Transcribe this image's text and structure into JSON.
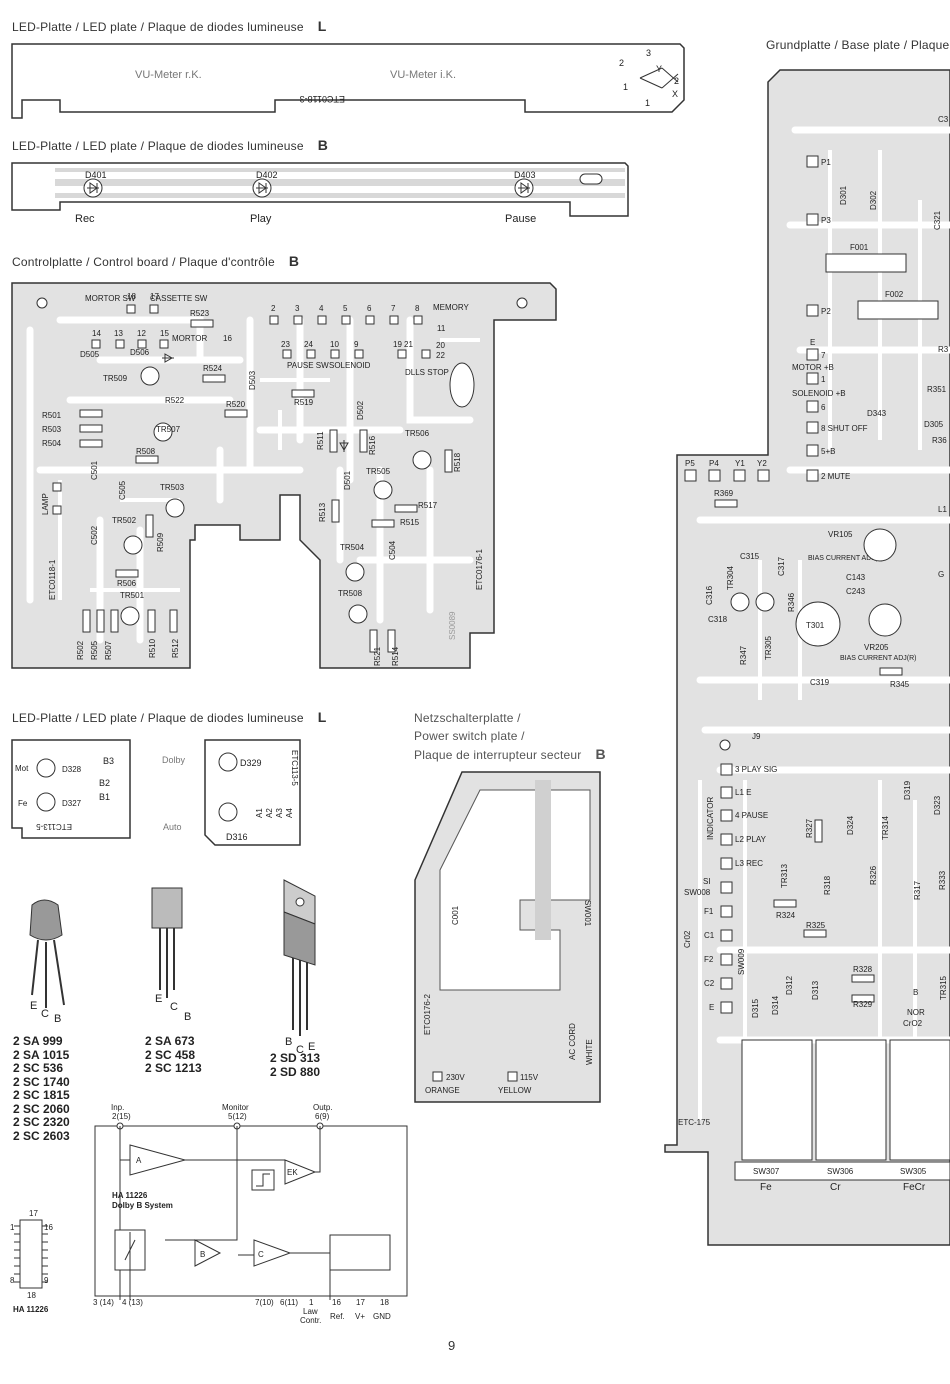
{
  "headers": {
    "led_l_top": {
      "text": "LED-Platte / LED plate / Plaque de diodes lumineuse",
      "letter": "L"
    },
    "led_b": {
      "text": "LED-Platte / LED plate / Plaque de diodes lumineuse",
      "letter": "B"
    },
    "control": {
      "text": "Controlplatte / Control board / Plaque d'contrôle",
      "letter": "B"
    },
    "base": {
      "text": "Grundplatte / Base plate / Plaque"
    },
    "led_l_bottom": {
      "text": "LED-Platte / LED plate / Plaque de diodes lumineuse",
      "letter": "L"
    },
    "power": {
      "line1": "Netzschalterplatte /",
      "line2": "Power switch plate /",
      "line3": "Plaque de interrupteur secteur",
      "letter": "B"
    }
  },
  "led_l_top": {
    "vu_left": "VU-Meter r.K.",
    "vu_right": "VU-Meter i.K.",
    "code": "ETC0118-3",
    "p1": "1",
    "p2": "2",
    "p3": "3",
    "py": "Y",
    "px": "X"
  },
  "led_b": {
    "leds": [
      {
        "ref": "D401",
        "label": "Rec"
      },
      {
        "ref": "D402",
        "label": "Play"
      },
      {
        "ref": "D403",
        "label": "Pause"
      }
    ]
  },
  "control": {
    "labels": [
      "MORTOR SW",
      "CASSETTE SW",
      "MEMORY",
      "PAUSE SW",
      "SOLENOID",
      "DLLS STOP",
      "LAMP",
      "MORTOR"
    ],
    "refs": [
      "R523",
      "R524",
      "R522",
      "R520",
      "R519",
      "R501",
      "R503",
      "R504",
      "R508",
      "R509",
      "R506",
      "R502",
      "R505",
      "R507",
      "R510",
      "R512",
      "R511",
      "R516",
      "R513",
      "R517",
      "R515",
      "R518",
      "R521",
      "R514",
      "TR509",
      "TR507",
      "TR503",
      "TR502",
      "TR501",
      "TR506",
      "TR505",
      "TR504",
      "TR508",
      "D505",
      "D506",
      "D503",
      "D502",
      "D501",
      "C501",
      "C505",
      "C502",
      "C504"
    ],
    "codes": [
      "ETC0118-1",
      "ETC0176-1",
      "SS0089"
    ],
    "nums": [
      "18",
      "17",
      "14",
      "13",
      "12",
      "15",
      "16",
      "2",
      "3",
      "4",
      "5",
      "6",
      "7",
      "8",
      "23",
      "24",
      "10",
      "9",
      "19",
      "21",
      "20",
      "22",
      "11"
    ]
  },
  "base": {
    "items": [
      "P1",
      "P3",
      "F001",
      "P2",
      "F002",
      "7",
      "MOTOR +B",
      "1",
      "SOLENOID +B",
      "6",
      "8 SHUT OFF",
      "5+B",
      "2 MUTE",
      "P5",
      "P4",
      "Y1",
      "Y2",
      "E",
      "J9",
      "3 PLAY SIG",
      "L1 E",
      "4 PAUSE",
      "L2 PLAY",
      "L3 REC",
      "SI",
      "SW008",
      "F1",
      "C1",
      "F2",
      "C2",
      "E"
    ],
    "refs": [
      "D301",
      "D302",
      "C321",
      "R351",
      "D343",
      "D305",
      "R36",
      "R369",
      "VR105",
      "BIAS CURRENT ADJ(L)",
      "C143",
      "C243",
      "VR205",
      "BIAS CURRENT ADJ(R)",
      "C315",
      "C317",
      "C316",
      "TR304",
      "R346",
      "T301",
      "C318",
      "TR305",
      "R347",
      "C319",
      "R345",
      "INDICATOR",
      "R327",
      "D324",
      "TR314",
      "D319",
      "D323",
      "TR313",
      "R318",
      "R326",
      "R317",
      "R333",
      "R324",
      "R325",
      "R328",
      "R329",
      "D312",
      "D313",
      "D314",
      "D315",
      "TR315",
      "SW009",
      "NOR",
      "CrO2",
      "Cr02",
      "B",
      "G",
      "L1",
      "ETC-175",
      "R3",
      "C3"
    ],
    "switches": [
      {
        "ref": "SW307",
        "label": "Fe"
      },
      {
        "ref": "SW306",
        "label": "Cr"
      },
      {
        "ref": "SW305",
        "label": "FeCr"
      }
    ],
    "fecr": "FeCr",
    "bias_l": "VR105",
    "bias_r": "VR205"
  },
  "led_l_bottom": {
    "left": {
      "mot": "Mot",
      "fe": "Fe",
      "d328": "D328",
      "d327": "D327",
      "b3": "B3",
      "b2": "B2",
      "b1": "B1",
      "code": "ETC113-5"
    },
    "right": {
      "dolby": "Dolby",
      "auto": "Auto",
      "d329": "D329",
      "d316": "D316",
      "code": "ETC113-5",
      "a1": "A1",
      "a2": "A2",
      "a3": "A3",
      "a4": "A4"
    }
  },
  "power": {
    "c001": "C001",
    "sw001": "SW001",
    "code": "ETC0176-2",
    "ac": "AC CORD",
    "white": "WHITE",
    "v230": "230V",
    "orange": "ORANGE",
    "v115": "115V",
    "yellow": "YELLOW"
  },
  "transistors": {
    "t1": {
      "pins": [
        "E",
        "C",
        "B"
      ],
      "types": [
        "2 SA 999",
        "2 SA 1015",
        "2 SC 536",
        "2 SC 1740",
        "2 SC 1815",
        "2 SC 2060",
        "2 SC 2320",
        "2 SC 2603"
      ]
    },
    "t2": {
      "pins": [
        "E",
        "C",
        "B"
      ],
      "types": [
        "2 SA 673",
        "2 SC 458",
        "2 SC 1213"
      ]
    },
    "t3": {
      "pins": [
        "B",
        "C",
        "E"
      ],
      "types": [
        "2 SD 313",
        "2 SD 880"
      ]
    }
  },
  "ic": {
    "inp": "Inp.",
    "inp_pin": "2(15)",
    "monitor": "Monitor",
    "monitor_pin": "5(12)",
    "outp": "Outp.",
    "outp_pin": "6(9)",
    "a": "A",
    "ek": "EK",
    "b": "B",
    "c": "C",
    "name": "HA 11226",
    "system": "Dolby B System",
    "bottom_pins": [
      "3 (14)",
      "4 (13)",
      "7(10)",
      "6(11)",
      "1",
      "16",
      "17",
      "18"
    ],
    "law": "Law",
    "contr": "Contr.",
    "ref": "Ref.",
    "vplus": "V+",
    "gnd": "GND",
    "pkg_name": "HA 11226",
    "pkg_pins": [
      "17",
      "1",
      "16",
      "8",
      "9",
      "18"
    ]
  },
  "page_number": "9"
}
